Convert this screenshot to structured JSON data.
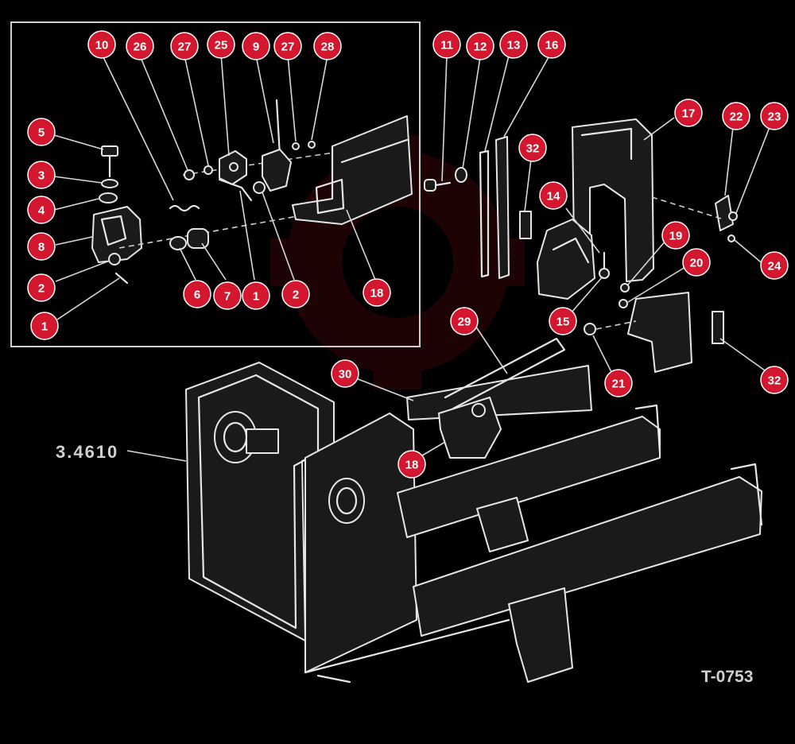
{
  "ref_label": "3.4610",
  "figure_id": "T-0753",
  "colors": {
    "callout_fill": "#d3172f",
    "callout_stroke": "#ffffff",
    "line": "#e6e6e6",
    "background": "#000000"
  },
  "callouts": [
    "10",
    "26",
    "27",
    "25",
    "9",
    "27",
    "28",
    "5",
    "3",
    "4",
    "8",
    "2",
    "1",
    "6",
    "7",
    "1",
    "2",
    "18",
    "11",
    "12",
    "13",
    "16",
    "32",
    "17",
    "22",
    "23",
    "14",
    "19",
    "20",
    "24",
    "15",
    "21",
    "32",
    "29",
    "30",
    "18"
  ]
}
